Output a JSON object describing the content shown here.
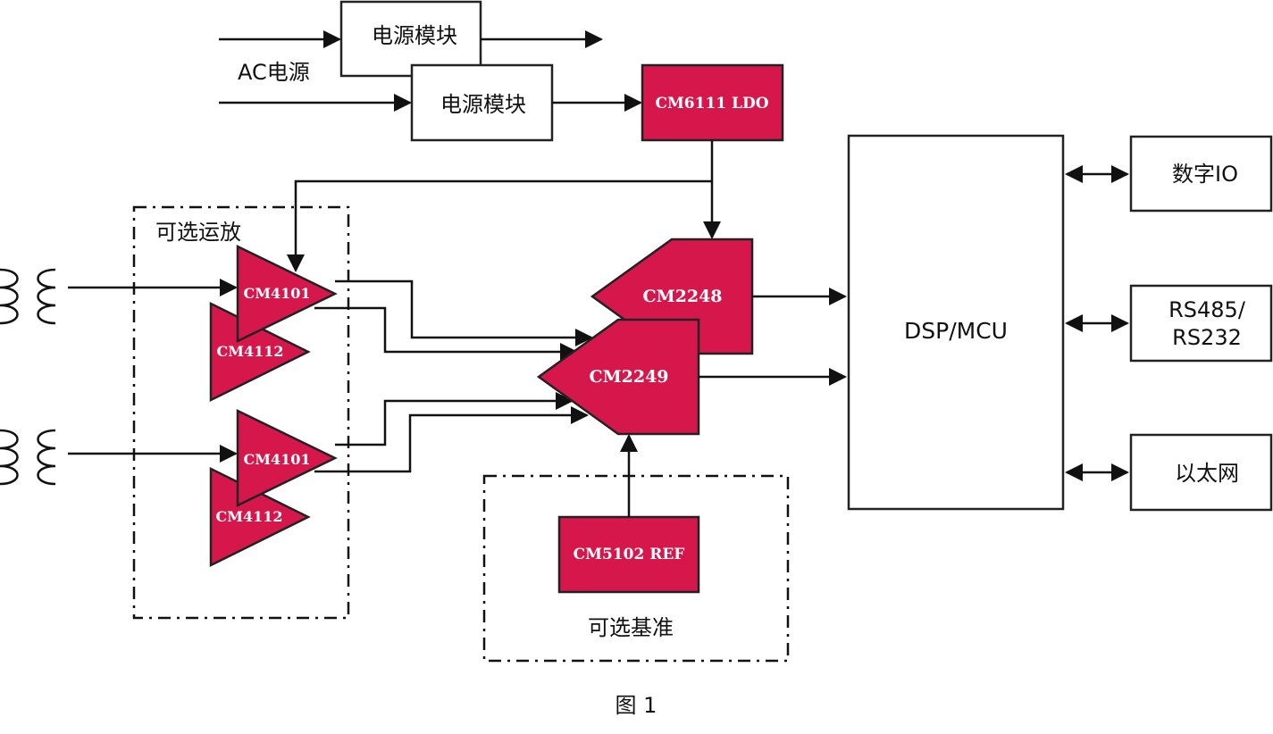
{
  "labels": {
    "power_module_1": "电源模块",
    "power_module_2": "电源模块",
    "ac_power": "AC电源",
    "ldo": "CM6111  LDO",
    "optional_opamp": "可选运放",
    "opamp_top_1": "CM4101",
    "opamp_top_2": "CM4112",
    "opamp_bottom_1": "CM4101",
    "opamp_bottom_2": "CM4112",
    "adc_1": "CM2248",
    "adc_2": "CM2249",
    "ref": "CM5102  REF",
    "optional_ref": "可选基准",
    "dsp": "DSP/MCU",
    "digital_io": "数字IO",
    "rs485_line1": "RS485/",
    "rs485_line2": "RS232",
    "ethernet": "以太网",
    "figure_caption": "图 1"
  },
  "colors": {
    "chip_fill": "#d5174c",
    "line": "#111111"
  }
}
